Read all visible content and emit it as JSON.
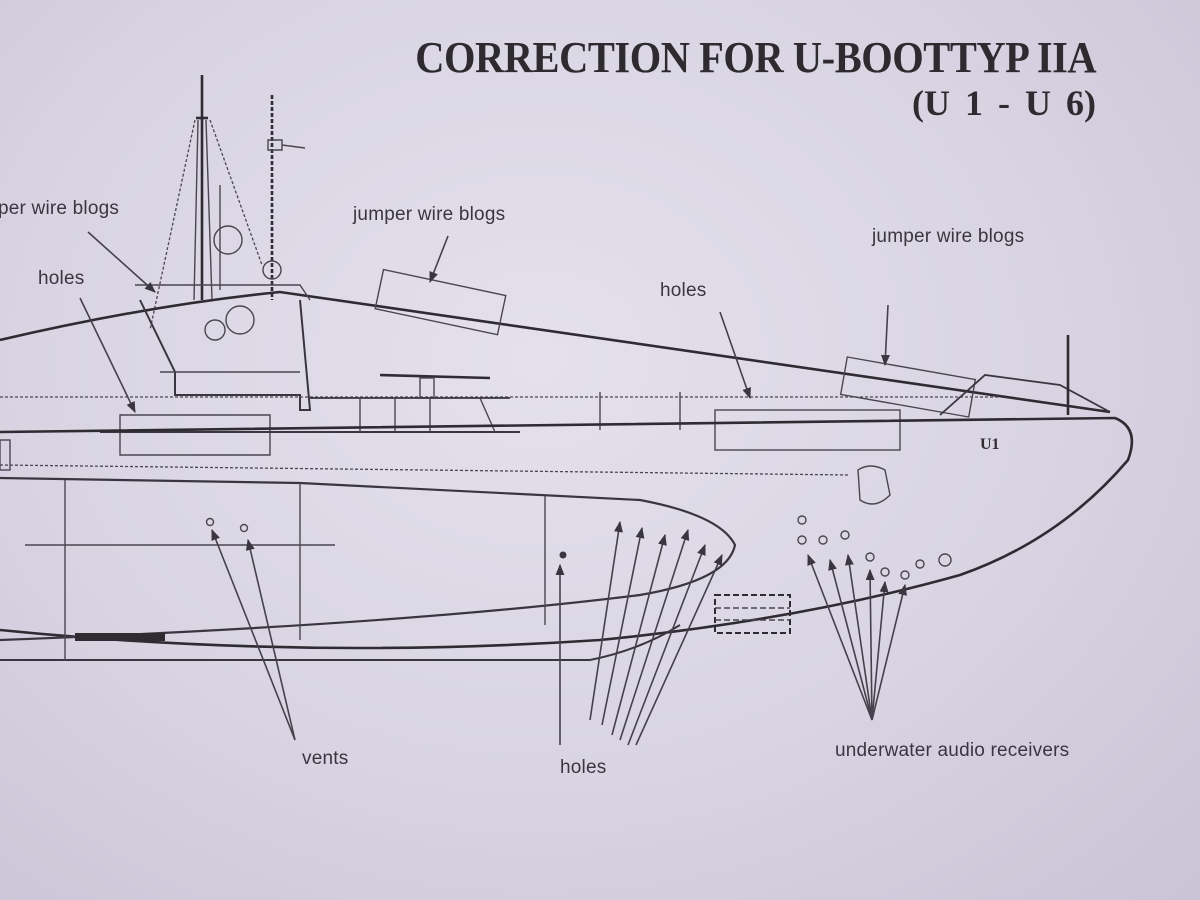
{
  "document": {
    "title": "CORRECTION FOR U-BOOTTYP IIA",
    "subtitle": "(U 1 - U 6)",
    "hull_marking": "U1"
  },
  "callouts": {
    "jumper_wire_left": "per wire blogs",
    "holes_left": "holes",
    "jumper_wire_center": "jumper wire blogs",
    "holes_center": "holes",
    "jumper_wire_right": "jumper wire blogs",
    "vents": "vents",
    "holes_bottom": "holes",
    "underwater_audio": "underwater audio receivers"
  },
  "colors": {
    "paper": "#d8d4e2",
    "ink": "#2e2b33"
  }
}
